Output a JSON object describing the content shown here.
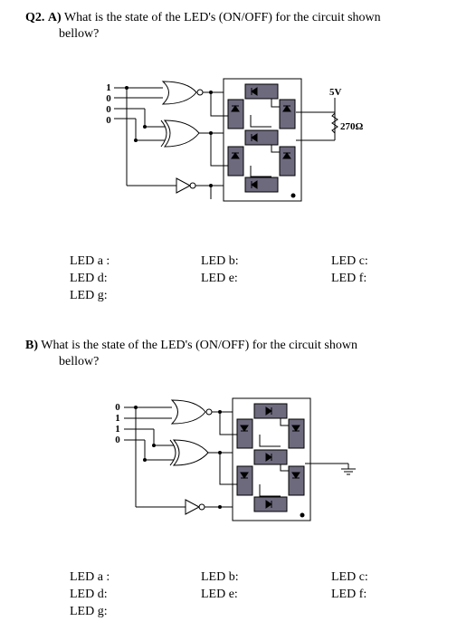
{
  "question": {
    "number": "Q2.",
    "part_a": {
      "letter": "A)",
      "line1": "What is the state of the LED's (ON/OFF) for the circuit shown",
      "line2": "bellow?",
      "inputs": [
        "1",
        "0",
        "0",
        "0"
      ],
      "supply_label": "5V",
      "resistor_label": "270Ω",
      "led_labels": [
        "LED a :",
        "LED b:",
        "LED c:",
        "LED d:",
        "LED e:",
        "LED f:",
        "LED g:"
      ]
    },
    "part_b": {
      "letter": "B)",
      "line1": "What is the state of the LED's (ON/OFF) for the circuit shown",
      "line2": "bellow?",
      "inputs": [
        "0",
        "1",
        "1",
        "0"
      ],
      "led_labels": [
        "LED a :",
        "LED b:",
        "LED c:",
        "LED d:",
        "LED e:",
        "LED f:",
        "LED g:"
      ]
    }
  }
}
